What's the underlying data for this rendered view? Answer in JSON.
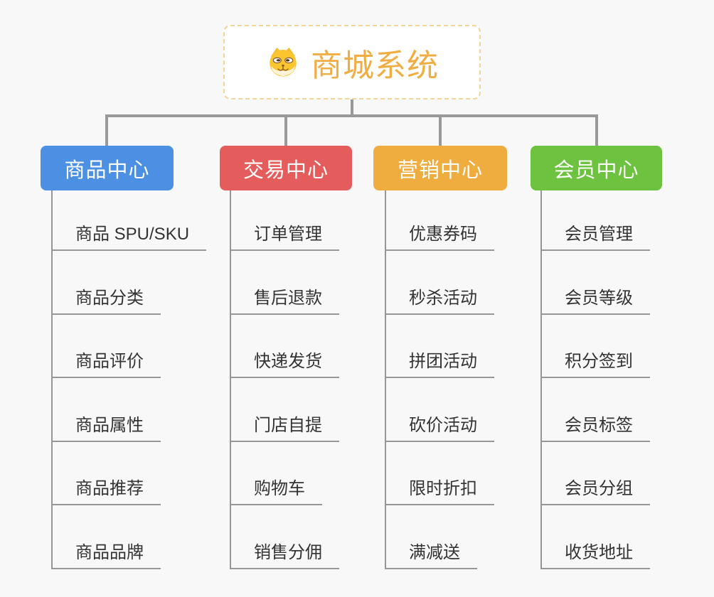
{
  "root": {
    "title": "商城系统",
    "icon": "shiba-dog-face-icon"
  },
  "branches": [
    {
      "label": "商品中心",
      "color": "#4b90e2",
      "items": [
        "商品 SPU/SKU",
        "商品分类",
        "商品评价",
        "商品属性",
        "商品推荐",
        "商品品牌"
      ]
    },
    {
      "label": "交易中心",
      "color": "#e45c5b",
      "items": [
        "订单管理",
        "售后退款",
        "快递发货",
        "门店自提",
        "购物车",
        "销售分佣"
      ]
    },
    {
      "label": "营销中心",
      "color": "#efac3f",
      "items": [
        "优惠券码",
        "秒杀活动",
        "拼团活动",
        "砍价活动",
        "限时折扣",
        "满减送"
      ]
    },
    {
      "label": "会员中心",
      "color": "#6dc23f",
      "items": [
        "会员管理",
        "会员等级",
        "积分签到",
        "会员标签",
        "会员分组",
        "收货地址"
      ]
    }
  ],
  "colors": {
    "background": "#f8f8f8",
    "root_border": "#f3d49a",
    "root_text": "#efad43",
    "branch_text": "#ffffff",
    "connector": "#999999",
    "leaf_line": "#969696",
    "leaf_text": "#333333"
  }
}
